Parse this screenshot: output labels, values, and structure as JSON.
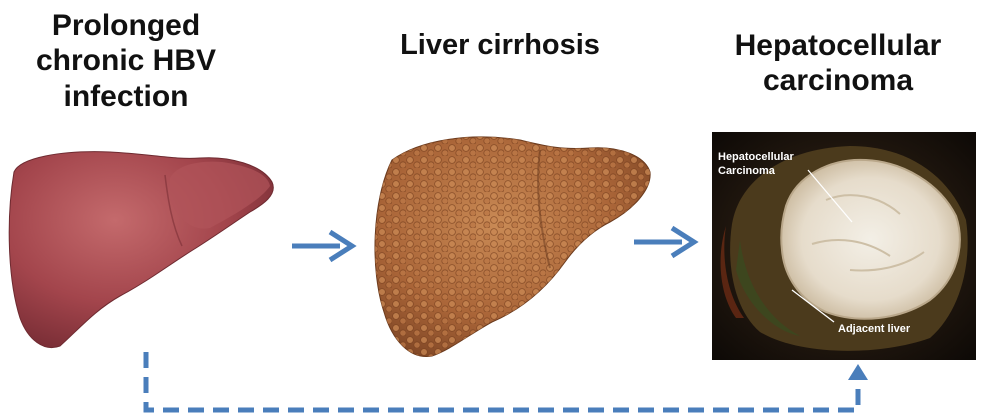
{
  "stages": [
    {
      "title": "Prolonged\nchronic HBV\ninfection",
      "image": "healthy-liver"
    },
    {
      "title": "Liver cirrhosis",
      "image": "cirrhotic-liver"
    },
    {
      "title": "Hepatocellular\ncarcinoma",
      "image": "hcc-tumor-photo"
    }
  ],
  "photo_labels": {
    "tumor": "Hepatocellular\nCarcinoma",
    "adjacent": "Adjacent liver"
  },
  "colors": {
    "arrow": "#4a7ebb",
    "healthy_liver": "#a84a50",
    "cirrhotic_liver": "#b56a3e",
    "tumor": "#e9e2d4"
  }
}
